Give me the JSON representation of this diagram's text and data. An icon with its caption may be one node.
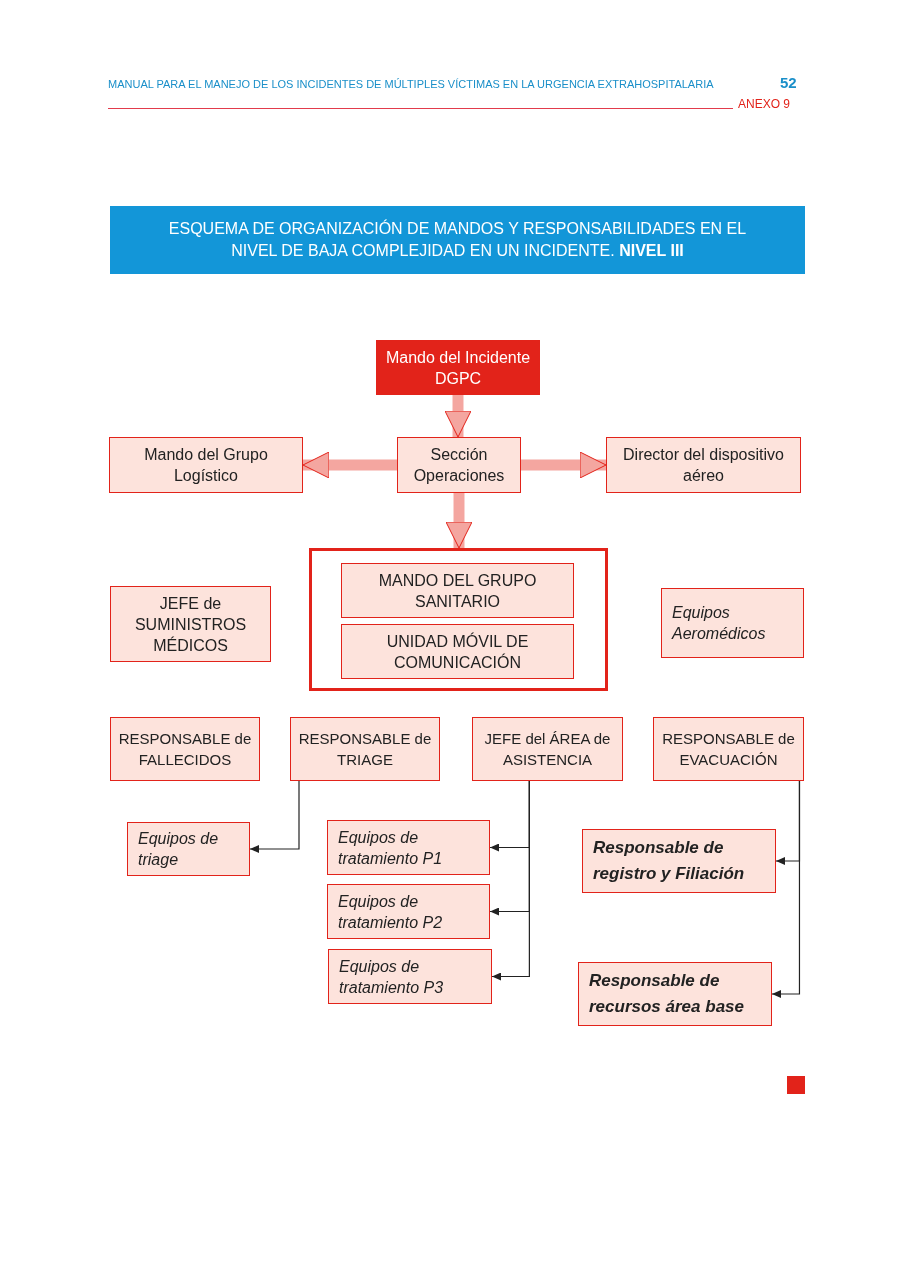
{
  "diagram": {
    "title": "ESQUEMA DE ORGANIZACIÓN DE MANDOS Y RESPONSABILIDADES EN EL NIVEL DE BAJA COMPLEJIDAD EN UN INCIDENTE. **NIVEL III**",
    "nodes": [
      {
        "text": [
          "Mando del Incidente DGPC"
        ]
      },
      {
        "text": [
          "Mando del Grupo Logístico"
        ]
      },
      {
        "text": [
          "Sección Operaciones"
        ]
      },
      {
        "text": [
          "Director del dispositivo aéreo"
        ]
      },
      {
        "text": [
          "JEFE de SUMINISTROS MÉDICOS"
        ]
      },
      {
        "text": [],
        "shape": "box"
      },
      {
        "text": [
          "MANDO DEL GRUPO SANITARIO"
        ],
        "in": 5
      },
      {
        "text": [
          "UNIDAD MÓVIL DE COMUNICACIÓN"
        ],
        "in": 5
      },
      {
        "text": [
          "Equipos Aeromédicos"
        ]
      },
      {
        "text": [
          "RESPONSABLE de FALLECIDOS"
        ]
      },
      {
        "text": [
          "RESPONSABLE de TRIAGE"
        ]
      },
      {
        "text": [
          "JEFE del ÁREA de ASISTENCIA"
        ]
      },
      {
        "text": [
          "RESPONSABLE de EVACUACIÓN"
        ]
      },
      {
        "text": [
          "Equipos de triage"
        ]
      },
      {
        "text": [
          "Equipos de tratamiento P1"
        ]
      },
      {
        "text": [
          "Equipos de tratamiento P2"
        ]
      },
      {
        "text": [
          "Equipos de tratamiento P3"
        ]
      },
      {
        "text": [
          "Responsable de registro y Filiación"
        ]
      },
      {
        "text": [
          "Responsable de recursos área base"
        ]
      }
    ],
    "edges": [
      {
        "from": 0,
        "to": 2,
        "arrow": "to",
        "style": "thick",
        "color": "#f4a6a0"
      },
      {
        "from": 2,
        "to": 1,
        "arrow": "to",
        "style": "thick",
        "color": "#f4a6a0"
      },
      {
        "from": 2,
        "to": 3,
        "arrow": "to",
        "style": "thick",
        "color": "#f4a6a0"
      },
      {
        "from": 2,
        "to": 5,
        "arrow": "to",
        "style": "thick",
        "color": "#f4a6a0"
      },
      {
        "from": 10,
        "to": 13,
        "arrow": "to"
      },
      {
        "from": 11,
        "to": 14,
        "arrow": "to"
      },
      {
        "from": 11,
        "to": 15,
        "arrow": "to"
      },
      {
        "from": 11,
        "to": 16,
        "arrow": "to"
      },
      {
        "from": 12,
        "to": 17,
        "arrow": "to"
      },
      {
        "from": 12,
        "to": 18,
        "arrow": "to"
      }
    ],
    "labels": [
      "MANUAL PARA EL MANEJO DE LOS INCIDENTES DE MÚLTIPLES VÍCTIMAS EN LA URGENCIA EXTRAHOSPITALARIA",
      "52",
      "ANEXO 9"
    ]
  }
}
